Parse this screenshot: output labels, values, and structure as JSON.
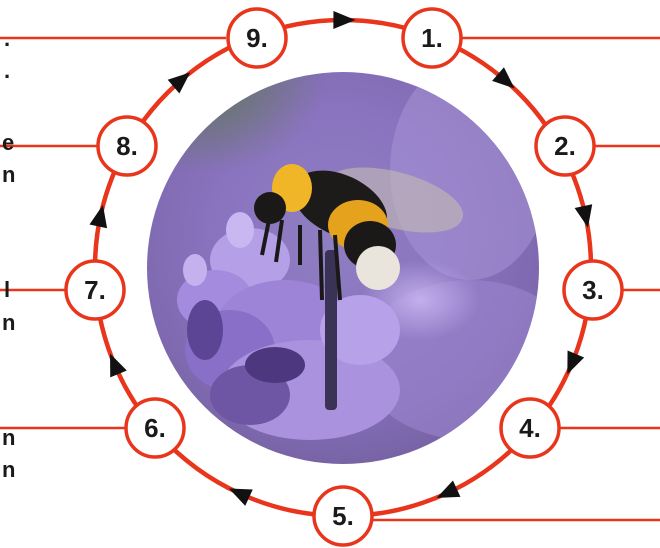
{
  "diagram": {
    "ring_color": "#e8351c",
    "arrow_color": "#111111",
    "node_fill": "#ffffff",
    "nodes": [
      {
        "id": "n1",
        "label": "1."
      },
      {
        "id": "n2",
        "label": "2."
      },
      {
        "id": "n3",
        "label": "3."
      },
      {
        "id": "n4",
        "label": "4."
      },
      {
        "id": "n5",
        "label": "5."
      },
      {
        "id": "n6",
        "label": "6."
      },
      {
        "id": "n7",
        "label": "7."
      },
      {
        "id": "n8",
        "label": "8."
      },
      {
        "id": "n9",
        "label": "9."
      }
    ],
    "cycle_direction": "clockwise",
    "center_image": "photo of bumblebee on lavender flowers",
    "left_text_fragments": [
      ".",
      ".",
      "e",
      "n",
      "l",
      "n",
      "n",
      "n"
    ]
  }
}
